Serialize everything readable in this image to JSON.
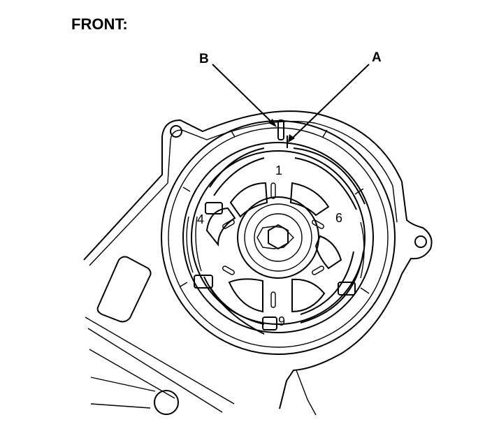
{
  "heading": "FRONT:",
  "callouts": {
    "a": "A",
    "b": "B"
  },
  "pulley_marks": {
    "top": "1",
    "right": "6",
    "left": "4",
    "bottom": "9"
  },
  "colors": {
    "ink": "#000000",
    "paper": "#ffffff"
  }
}
